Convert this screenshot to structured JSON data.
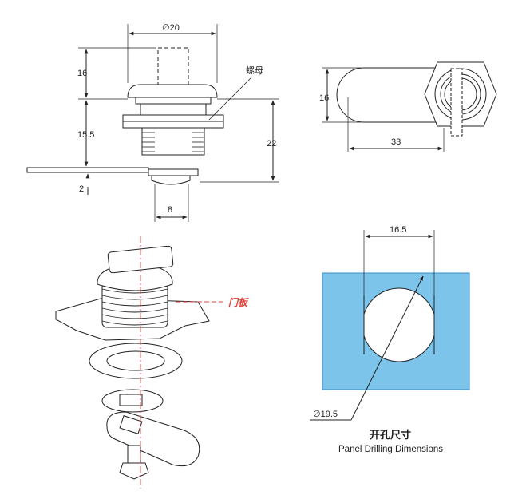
{
  "side_view": {
    "dim_top_width": "∅20",
    "dim_stem_height": "16",
    "dim_body_height": "15.5",
    "dim_total_height": "22",
    "dim_cam_thickness": "2",
    "dim_bottom_width": "8",
    "nut_label": "螺母"
  },
  "end_view": {
    "dim_height": "16",
    "dim_length": "33"
  },
  "exploded_view": {
    "panel_label": "门板"
  },
  "cutout": {
    "dim_flat_width": "16.5",
    "dim_diameter": "∅19.5",
    "title_cn": "开孔尺寸",
    "title_en": "Panel Drilling Dimensions",
    "fill_color": "#7cc4ea"
  }
}
